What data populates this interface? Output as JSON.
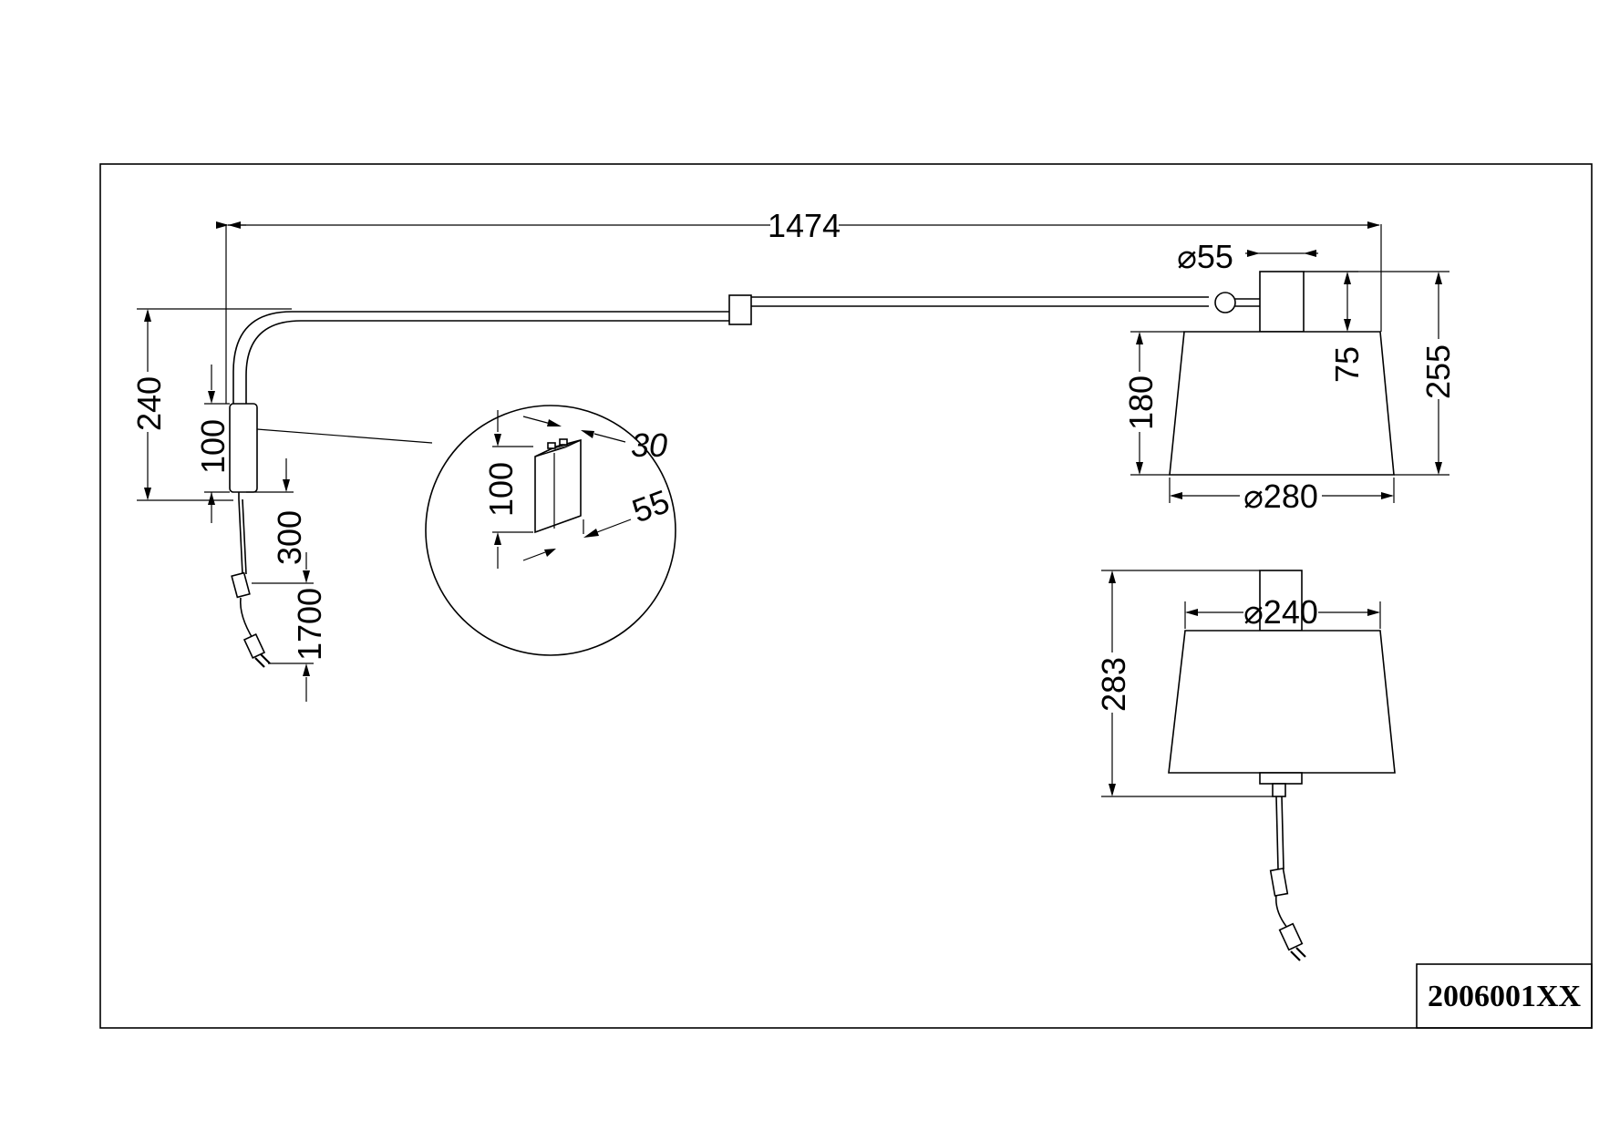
{
  "dimensions": {
    "overall_width": "1474",
    "mount_diameter": "⌀55",
    "canopy_height": "75",
    "total_height": "255",
    "shade_height": "180",
    "shade_bottom_diameter": "⌀280",
    "arm_height": "240",
    "box_height_left": "100",
    "cord_to_switch": "300",
    "cord_total": "1700",
    "detail_height": "100",
    "detail_depth": "30",
    "detail_width": "55",
    "pendant_diameter": "⌀240",
    "pendant_height": "283"
  },
  "title_block": {
    "product_code": "2006001XX"
  }
}
